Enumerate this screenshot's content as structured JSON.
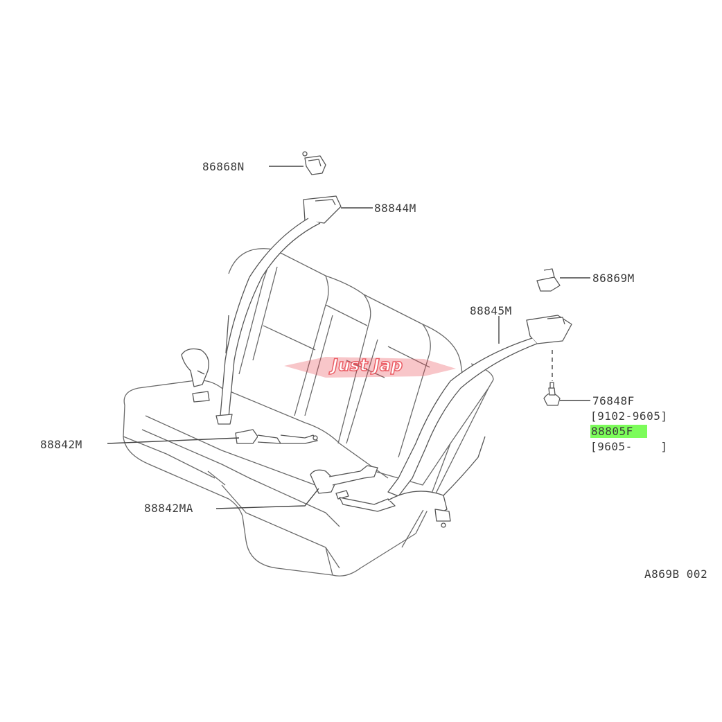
{
  "labels": {
    "part_86868N": "86868N",
    "part_88844M": "88844M",
    "part_86869M": "86869M",
    "part_88845M": "88845M",
    "part_76848F": "76848F",
    "range_76848F": "[9102-9605]",
    "part_88805F": "88805F",
    "range_88805F": "[9605-    ]",
    "part_88842M": "88842M",
    "part_88842MA": "88842MA",
    "diagram_code": "A869B 002"
  },
  "watermark": {
    "text": "Just Jap"
  },
  "colors": {
    "highlight": "#7CFC5A",
    "watermark_red": "#e8404a",
    "line": "#444444"
  }
}
